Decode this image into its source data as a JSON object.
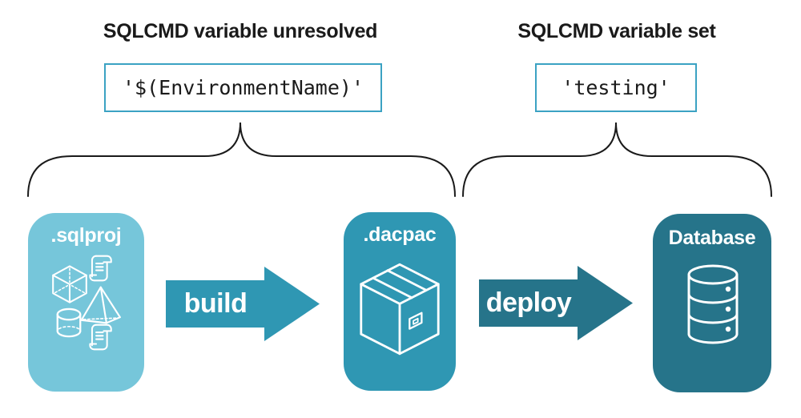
{
  "palette": {
    "light_blue": "#76C6DA",
    "teal": "#2F97B3",
    "dark_teal": "#26748A",
    "code_box_border": "#3BA2C3",
    "ink": "#1A1A1A",
    "icon_white": "#FFFFFF"
  },
  "annotations": {
    "unresolved": {
      "heading": "SQLCMD variable unresolved",
      "code": "'$(EnvironmentName)'"
    },
    "set": {
      "heading": "SQLCMD variable set",
      "code": "'testing'"
    }
  },
  "pipeline": {
    "nodes": [
      {
        "id": "sqlproj",
        "label": ".sqlproj",
        "color": "#76C6DA",
        "icons": [
          "scroll-icon",
          "cube-icon",
          "pyramid-icon",
          "cylinder-icon",
          "scroll-icon"
        ]
      },
      {
        "id": "dacpac",
        "label": ".dacpac",
        "color": "#2F97B3",
        "icons": [
          "package-icon"
        ]
      },
      {
        "id": "database",
        "label": "Database",
        "color": "#26748A",
        "icons": [
          "database-icon"
        ]
      }
    ],
    "arrows": [
      {
        "id": "build",
        "label": "build",
        "color": "#2F97B3"
      },
      {
        "id": "deploy",
        "label": "deploy",
        "color": "#26748A"
      }
    ]
  }
}
